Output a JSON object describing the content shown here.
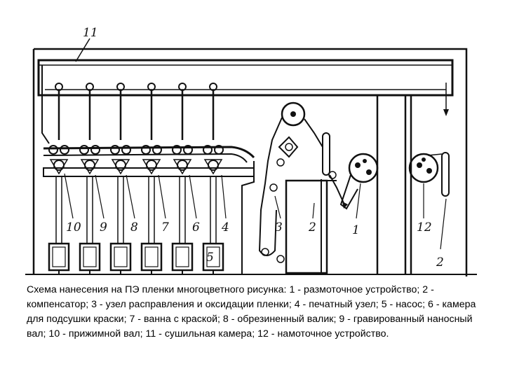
{
  "diagram": {
    "part_labels": {
      "n1": "1",
      "n2": "2",
      "n2b": "2",
      "n3": "3",
      "n4": "4",
      "n5": "5",
      "n6": "6",
      "n7": "7",
      "n8": "8",
      "n9": "9",
      "n10": "10",
      "n11": "11",
      "n12": "12"
    }
  },
  "caption": {
    "text": "Схема нанесения на ПЭ пленки многоцветного рисунка: 1 - размоточное устройство; 2 - компенсатор; 3 - узел расправления и оксидации пленки; 4 - печатный узел; 5 - насос; 6 - камера для подсушки краски; 7 - ванна с краской; 8 - обрезиненный валик; 9 - гравированный наносный вал; 10 - прижимной вал; 11 - сушильная камера; 12 - намоточное устройство."
  },
  "colors": {
    "ink": "#111111",
    "background": "#ffffff"
  }
}
